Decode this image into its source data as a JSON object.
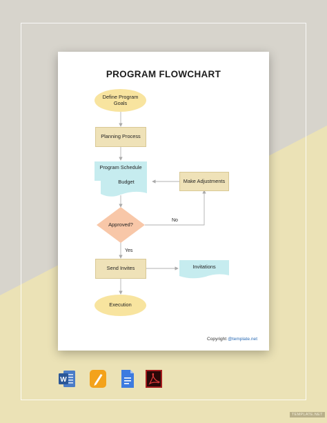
{
  "title": "PROGRAM FLOWCHART",
  "nodes": {
    "define": "Define Program Goals",
    "planning": "Planning Process",
    "schedule": "Program Schedule",
    "budget": "Budget",
    "adjust": "Make Adjustments",
    "approved": "Approved?",
    "invites": "Send Invites",
    "invitations": "Invitations",
    "execution": "Execution"
  },
  "edge_labels": {
    "no": "No",
    "yes": "Yes"
  },
  "copyright": {
    "prefix": "Copyright ",
    "link": "@template.net"
  },
  "app_icons": [
    "word-icon",
    "pages-icon",
    "google-docs-icon",
    "pdf-icon"
  ],
  "watermark": "TEMPLATE.NET",
  "colors": {
    "oval_fill": "#f8e49f",
    "box_fill": "#efe2b8",
    "cyan_fill": "#c6ecef",
    "diamond_fill": "#f8c7a8",
    "bg_gray": "#d7d4cc",
    "bg_tan": "#ebe2b6"
  }
}
